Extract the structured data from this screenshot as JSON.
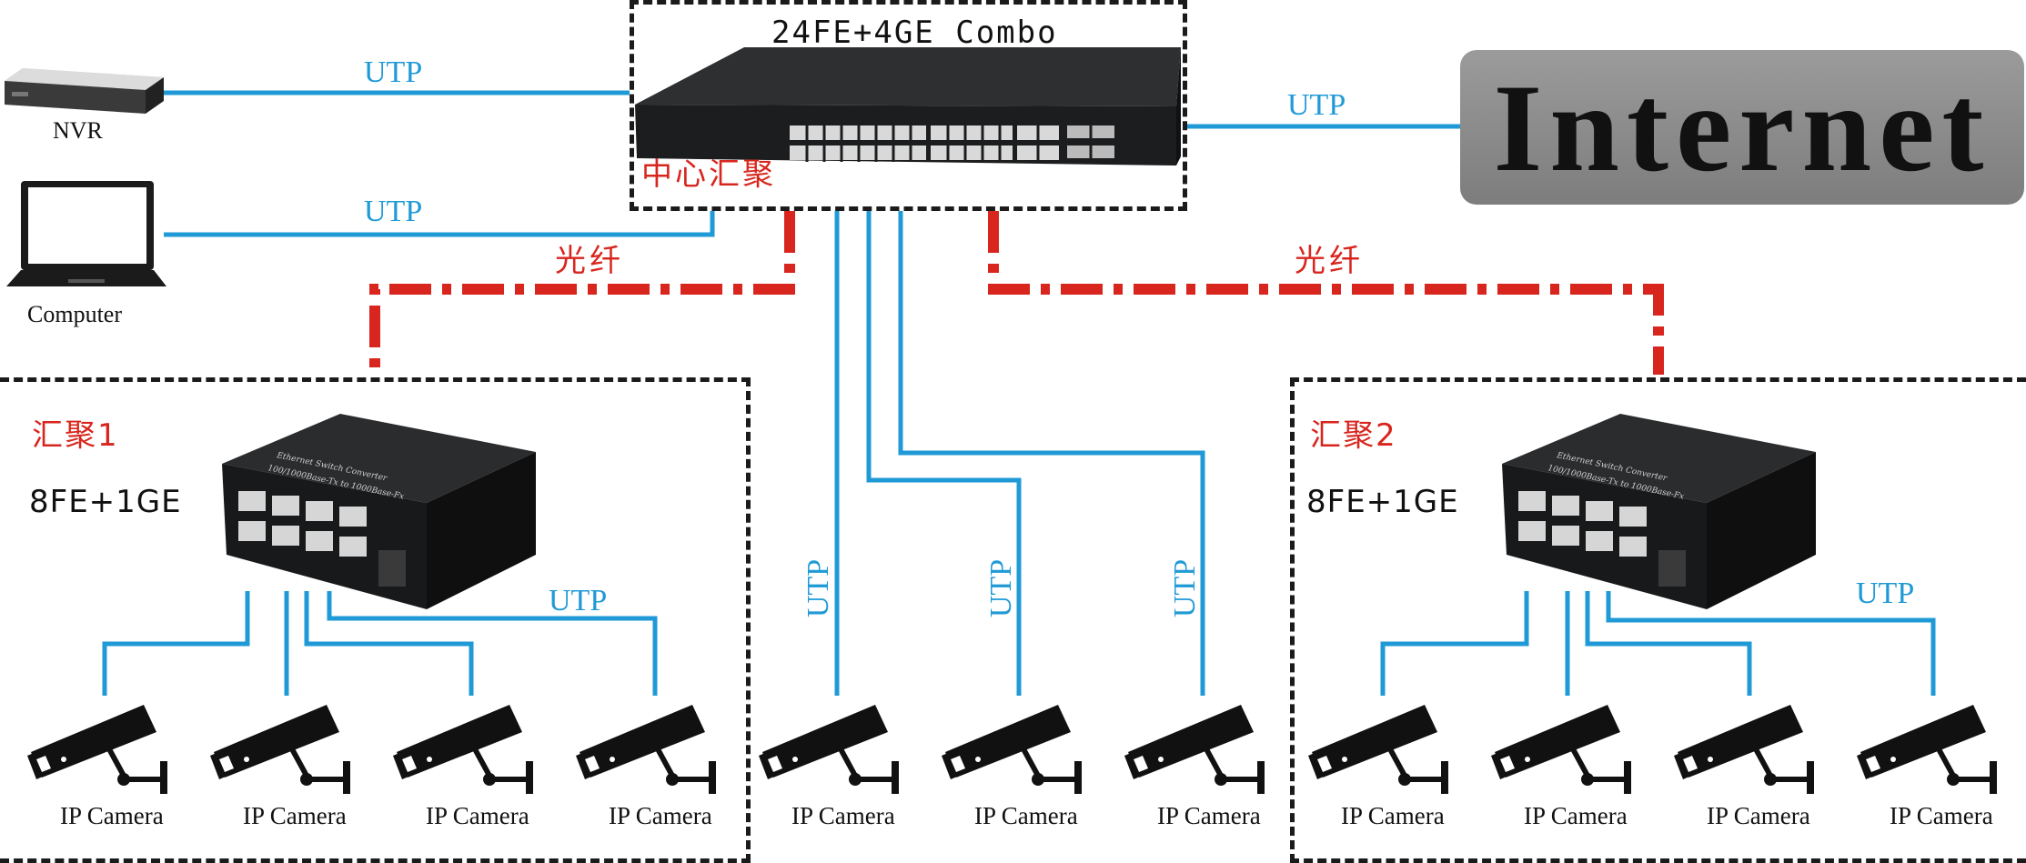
{
  "core_switch": {
    "title": "24FE+4GE Combo",
    "role": "中心汇聚"
  },
  "devices": {
    "nvr": "NVR",
    "computer": "Computer",
    "internet": "Internet"
  },
  "links": {
    "utp": "UTP",
    "fiber": "光纤"
  },
  "aggregation": [
    {
      "name": "汇聚1",
      "model": "8FE+1GE"
    },
    {
      "name": "汇聚2",
      "model": "8FE+1GE"
    }
  ],
  "camera_label": "IP Camera",
  "icons": [
    "nvr-icon",
    "laptop-icon",
    "core-switch-icon",
    "media-converter-icon",
    "ip-camera-icon"
  ],
  "colors": {
    "utp": "#1f9ad6",
    "fiber": "#d8261e",
    "text_red": "#d8261e",
    "internet_bg": "#8c8c8c"
  }
}
